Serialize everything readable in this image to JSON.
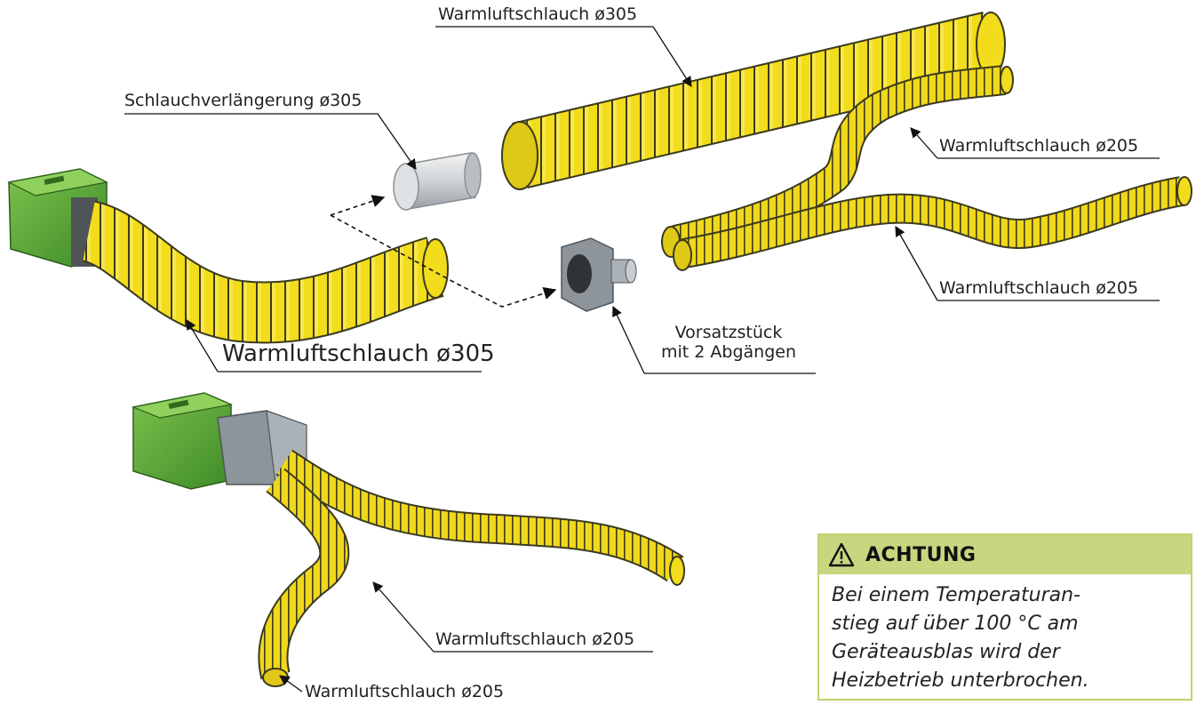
{
  "labels": {
    "hose_305_top": "Warmluftschlauch ø305",
    "extension_305": "Schlauchverlängerung ø305",
    "hose_205_upper": "Warmluftschlauch ø205",
    "hose_205_lower": "Warmluftschlauch ø205",
    "hose_305_main": "Warmluftschlauch ø305",
    "adapter_line1": "Vorsatzstück",
    "adapter_line2": "mit 2 Abgängen",
    "hose_205_bottom_mid": "Warmluftschlauch ø205",
    "hose_205_bottom_left": "Warmluftschlauch ø205"
  },
  "warning": {
    "title": "ACHTUNG",
    "lines": [
      "Bei einem Temperaturan-",
      "stieg auf über 100 °C am",
      "Geräteausblas wird der",
      "Heizbetrieb unterbrochen."
    ]
  },
  "colors": {
    "hose_yellow": "#f2dc1b",
    "hose_rib": "#3a3a20",
    "heater_green": "#5fa83a",
    "adapter_grey": "#9aa3a9",
    "warning_accent": "#c6d780"
  }
}
